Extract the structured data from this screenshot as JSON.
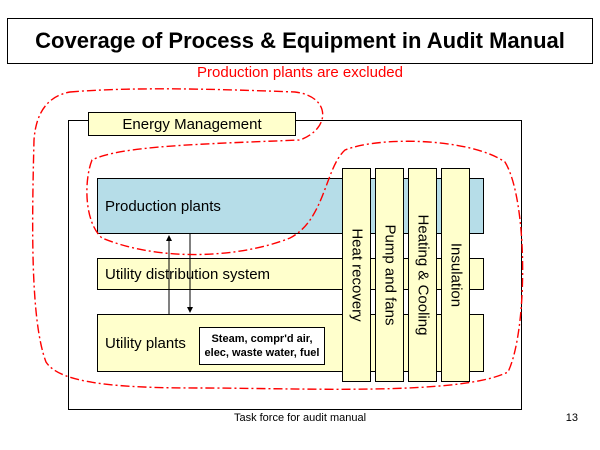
{
  "title": "Coverage of Process & Equipment in Audit Manual",
  "note": "Production plants are excluded",
  "energy_management": "Energy Management",
  "rows": {
    "production": "Production plants",
    "distribution": "Utility distribution system",
    "plants": "Utility plants"
  },
  "utility_detail": {
    "line1": "Steam, compr'd air,",
    "line2": "elec, waste water, fuel"
  },
  "columns": [
    "Heat recovery",
    "Pump and fans",
    "Heating & Cooling",
    "Insulation"
  ],
  "footer": "Task force for audit manual",
  "page_number": "13",
  "colors": {
    "highlight": "#ff0000",
    "yellow_box": "#ffffcc",
    "blue_box": "#b6dde8"
  }
}
